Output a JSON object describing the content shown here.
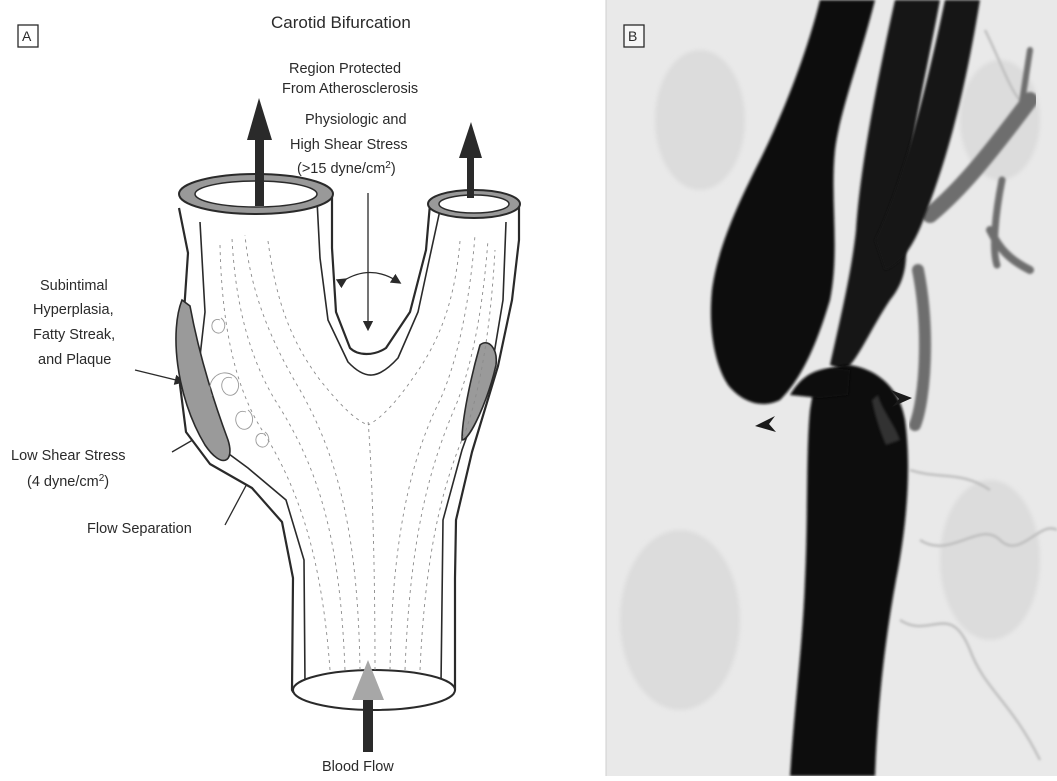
{
  "panel_a": {
    "label": "A",
    "title": "Carotid Bifurcation",
    "protected_lines": [
      "Region Protected",
      "From Atherosclerosis"
    ],
    "shear_lines": [
      "Physiologic and",
      "High Shear Stress"
    ],
    "shear_value": ">15 dyne/cm",
    "shear_unit_sup": "2",
    "plaque_lines": [
      "Subintimal",
      "Hyperplasia,",
      "Fatty Streak,",
      "and Plaque"
    ],
    "low_shear_label": "Low Shear Stress",
    "low_shear_value": "(4 dyne/cm",
    "low_shear_sup": "2",
    "low_shear_close": ")",
    "flow_separation": "Flow Separation",
    "blood_flow": "Blood Flow"
  },
  "panel_b": {
    "label": "B"
  },
  "colors": {
    "page": "#ffffff",
    "ink": "#2a2a2a",
    "plaque": "#9a9a9a",
    "wall": "#8a8a8a",
    "angio_bg": "#e9e9e9",
    "vessel": "#111111"
  }
}
